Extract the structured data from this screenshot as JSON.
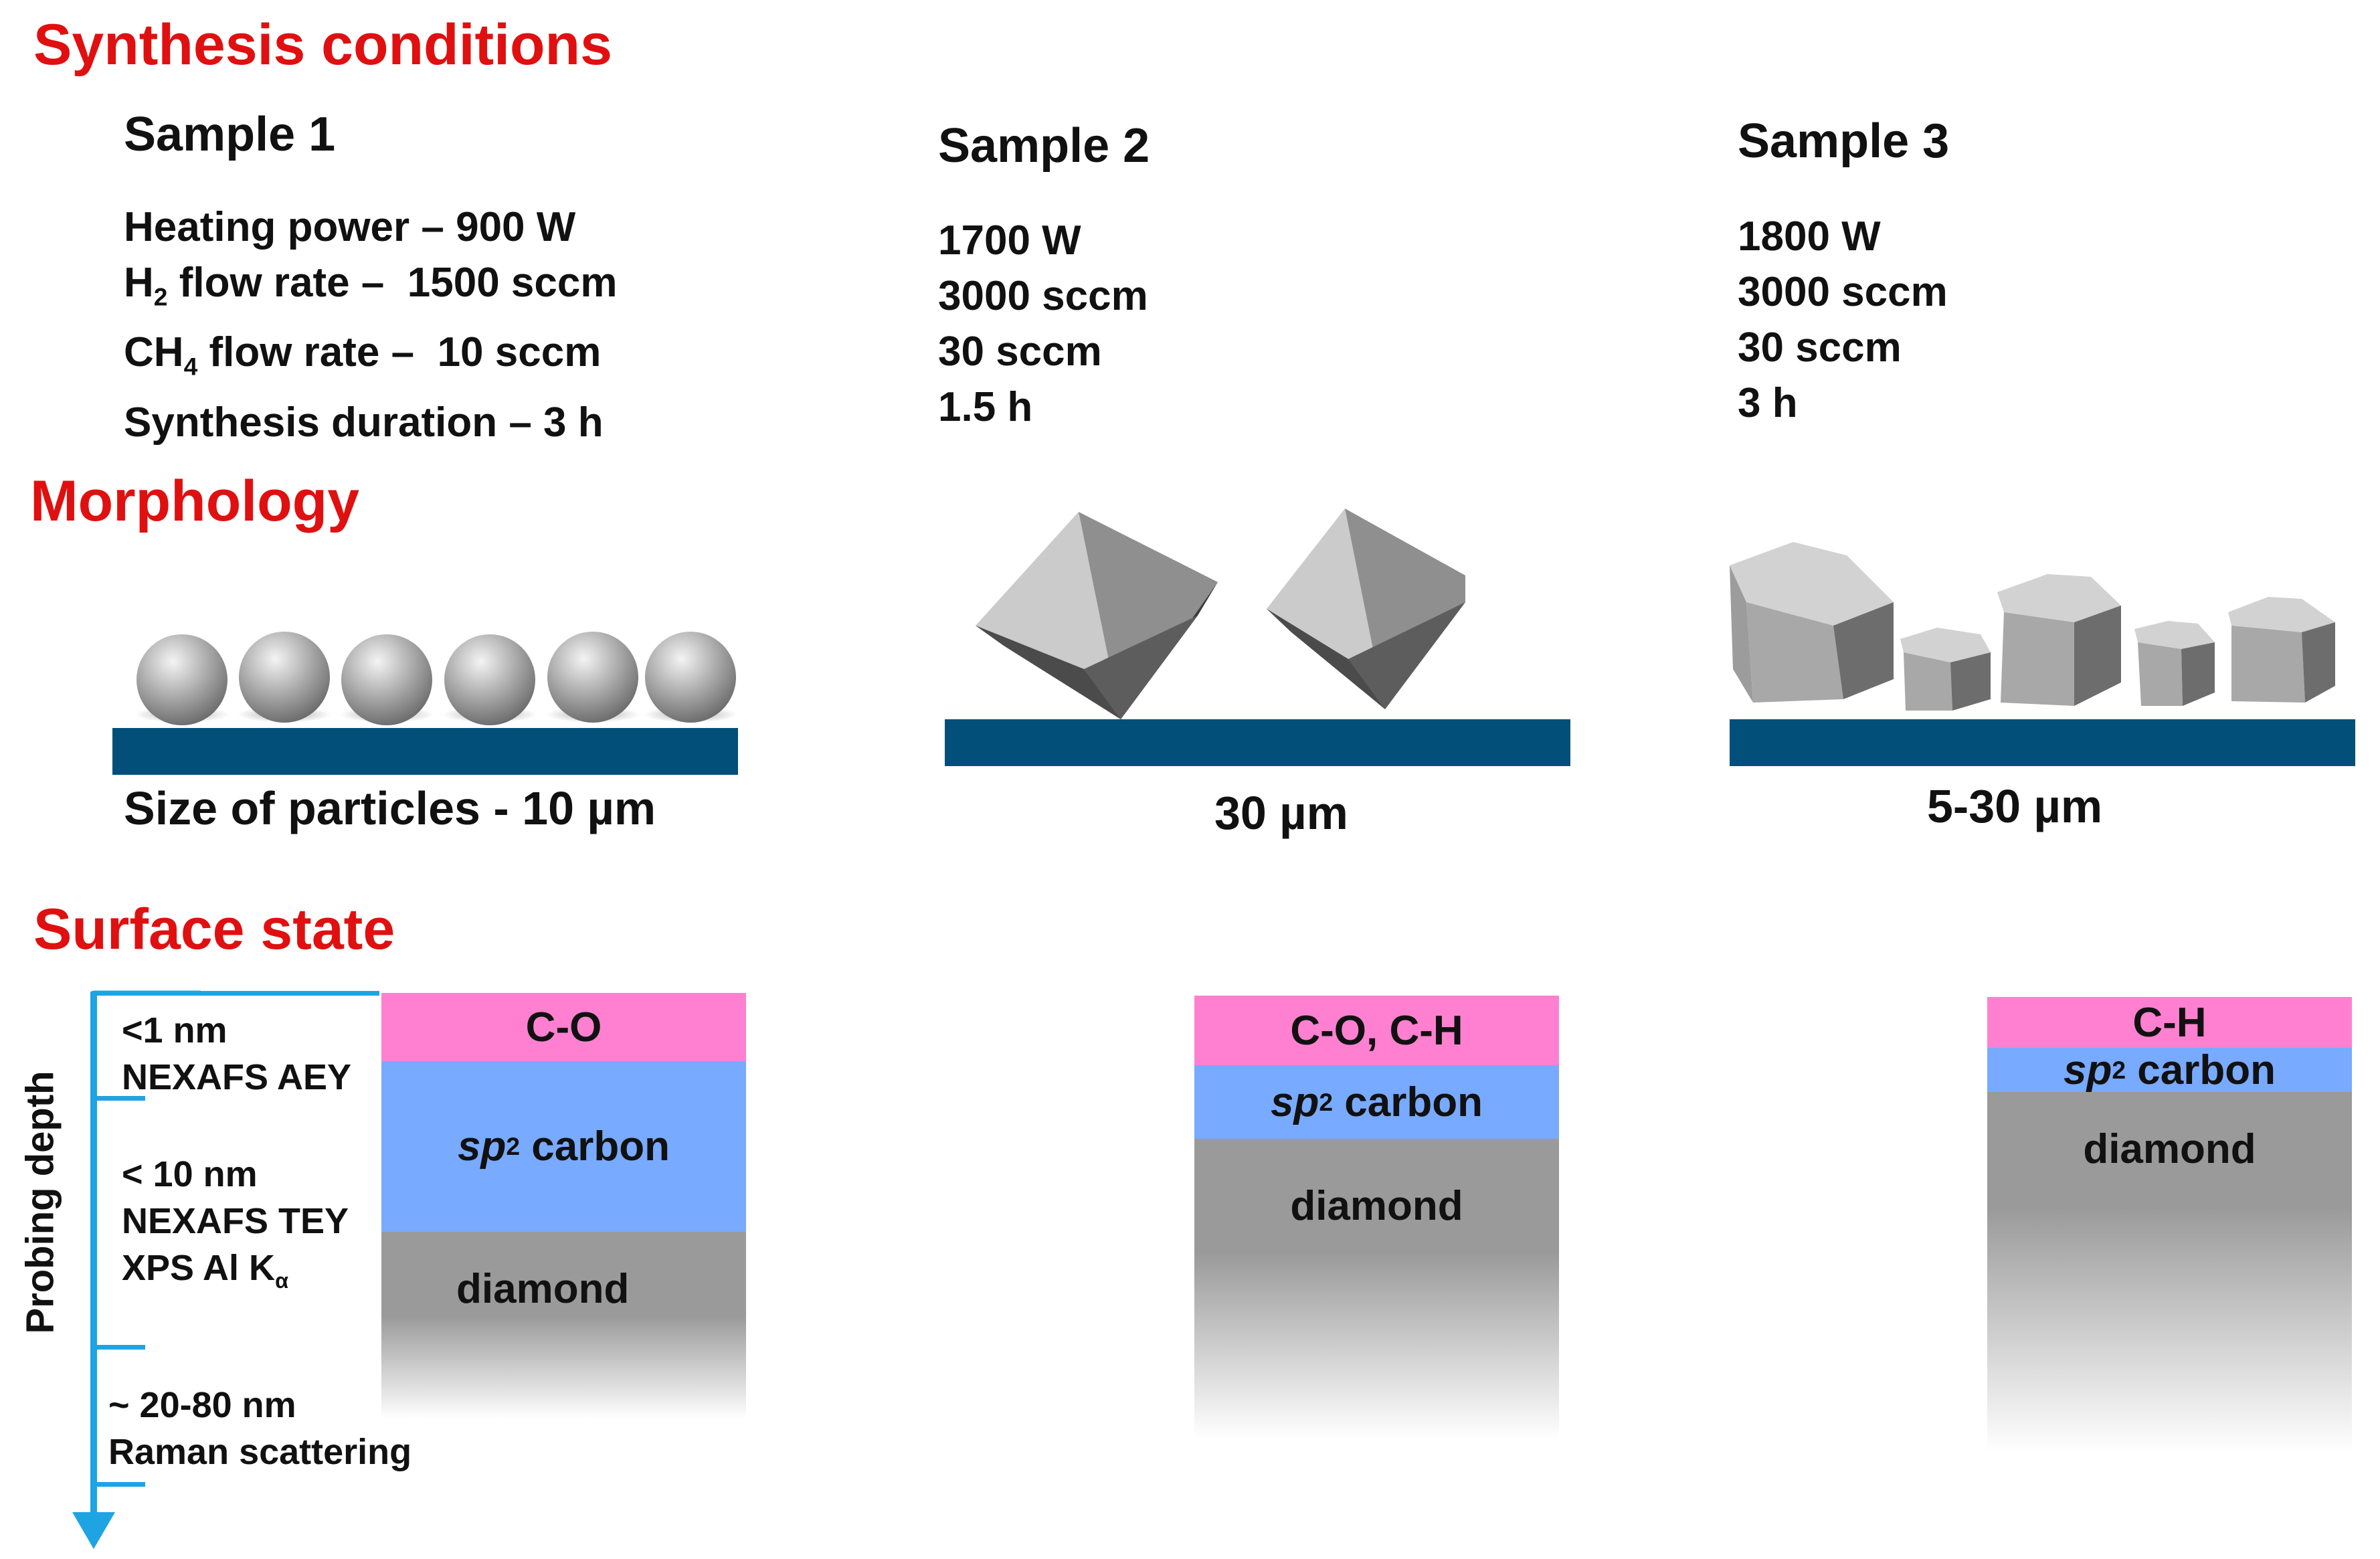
{
  "sections": {
    "synthesis": "Synthesis conditions",
    "morphology": "Morphology",
    "surface": "Surface state"
  },
  "samples": [
    {
      "title": "Sample 1",
      "conditions": {
        "power": "Heating power – 900 W",
        "h2_pre": "H",
        "h2_sub": "2",
        "h2_post": " flow rate –  1500 sccm",
        "ch4_pre": "CH",
        "ch4_sub": "4",
        "ch4_post": " flow rate –  10 sccm",
        "duration": "Synthesis duration – 3 h"
      },
      "size_label": "Size of particles  - 10 µm",
      "morphology_shape": "sphere",
      "particle_count": 6,
      "layers": {
        "top": "C-O",
        "sp2_sp": "sp",
        "sp2_sup": "2",
        "sp2_rest": " carbon",
        "bottom": "diamond"
      }
    },
    {
      "title": "Sample 2",
      "conditions": [
        "1700 W",
        "3000 sccm",
        "30 sccm",
        "1.5 h"
      ],
      "size_label": "30 µm",
      "morphology_shape": "octahedron",
      "particle_count": 2,
      "layers": {
        "top": "C-O, C-H",
        "sp2_sp": "sp",
        "sp2_sup": "2",
        "sp2_rest": " carbon",
        "bottom": "diamond"
      }
    },
    {
      "title": "Sample 3",
      "conditions": [
        "1800 W",
        "3000 sccm",
        "30 sccm",
        "3 h"
      ],
      "size_label": "5-30 µm",
      "morphology_shape": "truncated-cube",
      "particle_count": 5,
      "layers": {
        "top": "C-H",
        "sp2_sp": "sp",
        "sp2_sup": "2",
        "sp2_rest": " carbon",
        "bottom": "diamond"
      }
    }
  ],
  "probing": {
    "axis_label": "Probing depth",
    "levels": [
      {
        "line1": "<1 nm",
        "line2": "NEXAFS AEY"
      },
      {
        "line1": "< 10 nm",
        "line2": "NEXAFS TEY",
        "line3_pre": "XPS Al K",
        "line3_sub": "α"
      },
      {
        "line1": "~ 20-80 nm",
        "line2": "Raman scattering"
      }
    ]
  },
  "colors": {
    "section_title": "#e01010",
    "substrate": "#024f79",
    "layer_top": "#ff80d0",
    "layer_sp2": "#78aaff",
    "layer_diamond": "#9a9a9a",
    "probe_arrow": "#1ea3e3"
  }
}
